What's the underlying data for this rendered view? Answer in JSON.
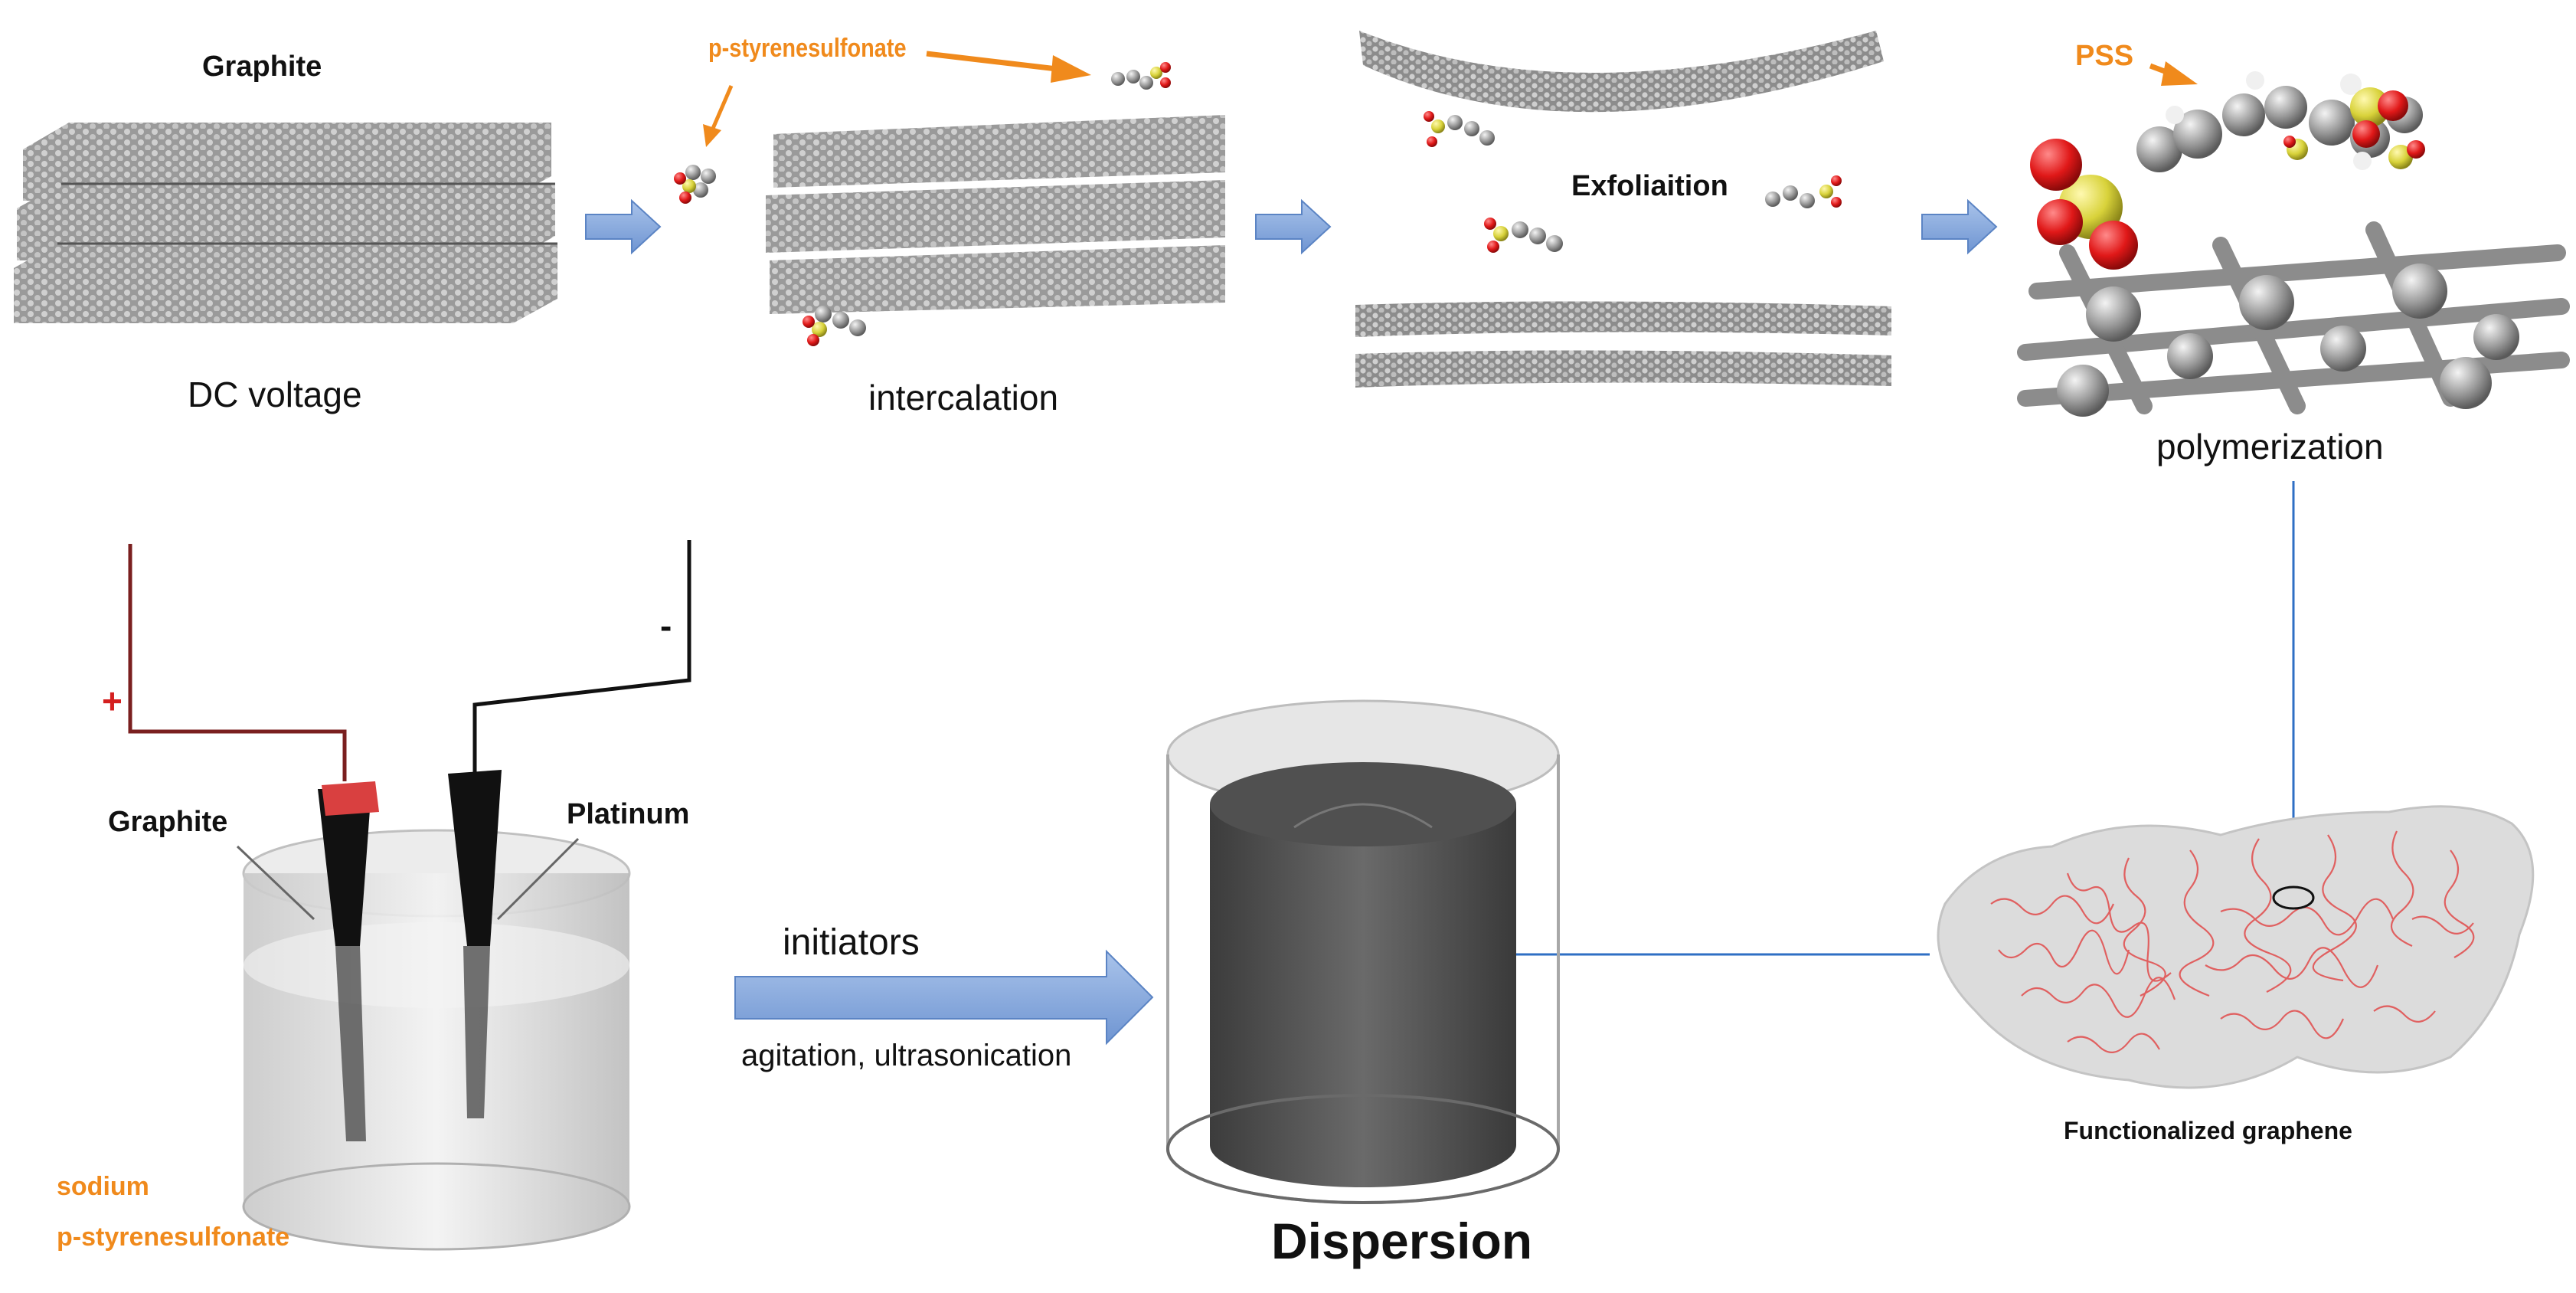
{
  "colors": {
    "arrow_fill": "#8fb0e0",
    "arrow_stroke": "#5b84c4",
    "orange": "#f08a1c",
    "carbon": "#8a8a8a",
    "oxygen": "#e02020",
    "sulfur": "#d8d23a",
    "wire_positive": "#7a1f1f",
    "wire_negative": "#111111",
    "blue_line": "#2f6fc4",
    "polymer_red": "#e06060"
  },
  "top": {
    "graphite_label": "Graphite",
    "dc_voltage": "DC voltage",
    "pss_label_1": "p-styrenesulfonate",
    "intercalation": "intercalation",
    "exfoliation": "Exfoliaition",
    "pss_label_2": "PSS",
    "polymerization": "polymerization"
  },
  "bottom": {
    "plus_sign": "+",
    "minus_sign": "-",
    "graphite_electrode": "Graphite",
    "platinum_electrode": "Platinum",
    "electrolyte_line1": "sodium",
    "electrolyte_line2": "p-styrenesulfonate",
    "initiators": "initiators",
    "agitation": "agitation, ultrasonication",
    "dispersion": "Dispersion",
    "functionalized": "Functionalized graphene"
  }
}
